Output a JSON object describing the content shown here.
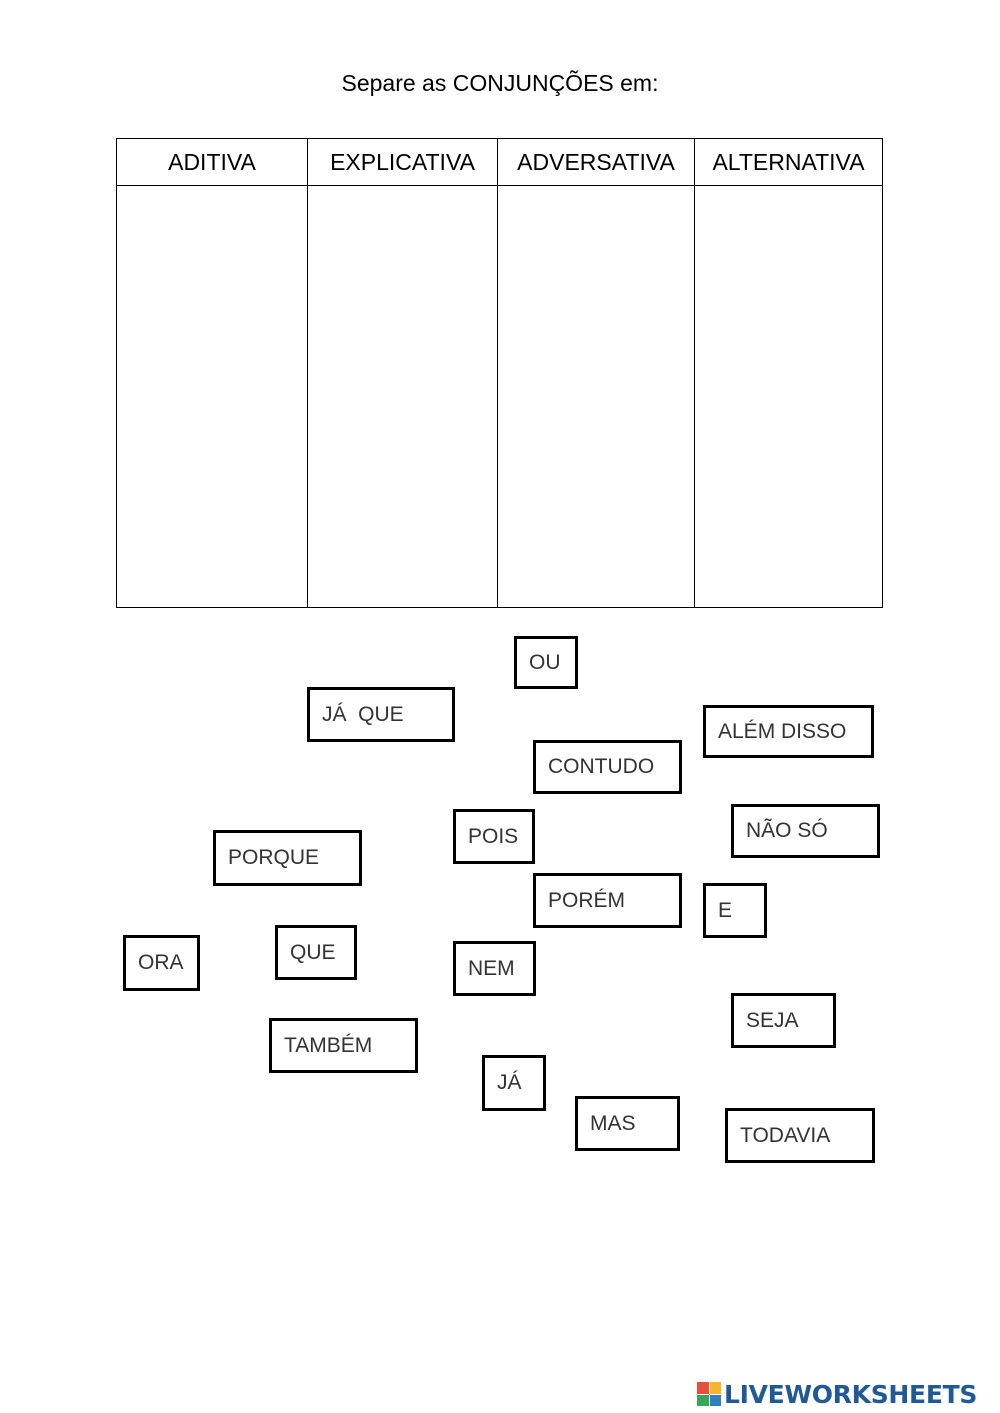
{
  "instruction": "Separe as CONJUNÇÕES em:",
  "columns": [
    "ADITIVA",
    "EXPLICATIVA",
    "ADVERSATIVA",
    "ALTERNATIVA"
  ],
  "words": [
    "OU",
    "JÁ  QUE",
    "ALÉM DISSO",
    "CONTUDO",
    "POIS",
    "NÃO SÓ",
    "PORQUE",
    "PORÉM",
    "E",
    "ORA",
    "QUE",
    "NEM",
    "SEJA",
    "TAMBÉM",
    "JÁ",
    "MAS",
    "TODAVIA"
  ],
  "brand": {
    "name": "LIVEWORKSHEETS",
    "color": "#1f5a96",
    "logo_colors": [
      "#e94e3c",
      "#f7b52c",
      "#3aa655",
      "#2f7fc1"
    ]
  }
}
